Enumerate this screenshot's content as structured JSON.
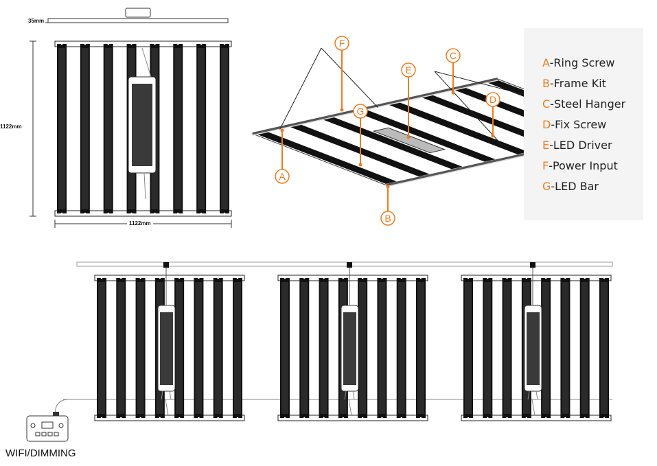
{
  "diagram": {
    "dimensions": {
      "thickness": "35mm",
      "height": "1122mm",
      "width": "1122mm"
    },
    "callout_letters": [
      "A",
      "B",
      "C",
      "D",
      "E",
      "F",
      "G"
    ],
    "legend": [
      {
        "letter": "A",
        "label": "-Ring Screw"
      },
      {
        "letter": "B",
        "label": "-Frame Kit"
      },
      {
        "letter": "C",
        "label": "-Steel Hanger"
      },
      {
        "letter": "D",
        "label": "-Fix Screw"
      },
      {
        "letter": "E",
        "label": "-LED Driver"
      },
      {
        "letter": "F",
        "label": "-Power Input"
      },
      {
        "letter": "G",
        "label": "-LED Bar"
      }
    ],
    "controller_label": "WIFI/DIMMING",
    "fixture_count": 3,
    "bars_per_fixture": 8
  },
  "colors": {
    "accent": "#f07c1e",
    "bar": "#111111",
    "driver": "#3a3a3a",
    "legend_bg": "#f4f4f4"
  }
}
